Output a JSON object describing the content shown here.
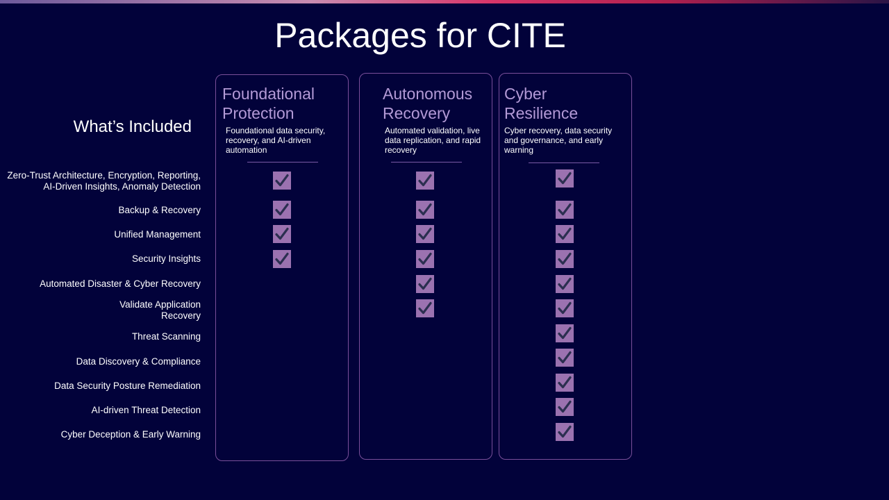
{
  "page": {
    "title": "Packages for CITE"
  },
  "included_heading": "What’s Included",
  "features": [
    "Zero-Trust Architecture, Encryption, Reporting,\nAI-Driven Insights, Anomaly Detection",
    "Backup & Recovery",
    "Unified Management",
    "Security Insights",
    "Automated Disaster & Cyber Recovery",
    "Validate Application\nRecovery",
    "Threat Scanning",
    "Data Discovery & Compliance",
    "Data Security Posture Remediation",
    "AI-driven Threat Detection",
    "Cyber Deception & Early Warning"
  ],
  "packages": [
    {
      "title": "Foundational\nProtection",
      "description": "Foundational data security, recovery, and AI-driven automation",
      "included": [
        true,
        true,
        true,
        true,
        false,
        false,
        false,
        false,
        false,
        false,
        false
      ]
    },
    {
      "title": "Autonomous\nRecovery",
      "description": "Automated validation, live data replication, and rapid recovery",
      "included": [
        true,
        true,
        true,
        true,
        true,
        true,
        false,
        false,
        false,
        false,
        false
      ]
    },
    {
      "title": "Cyber\nResilience",
      "description": "Cyber recovery, data security and governance, and early warning",
      "included": [
        true,
        true,
        true,
        true,
        true,
        true,
        true,
        true,
        true,
        true,
        true
      ]
    }
  ],
  "icons": {
    "check": "checkmark-icon"
  },
  "colors": {
    "background": "#02023a",
    "card_border": "#7a4f9a",
    "card_title": "#b39ad6",
    "check_fill": "#9b72b0",
    "check_mark": "#2b2f50"
  }
}
